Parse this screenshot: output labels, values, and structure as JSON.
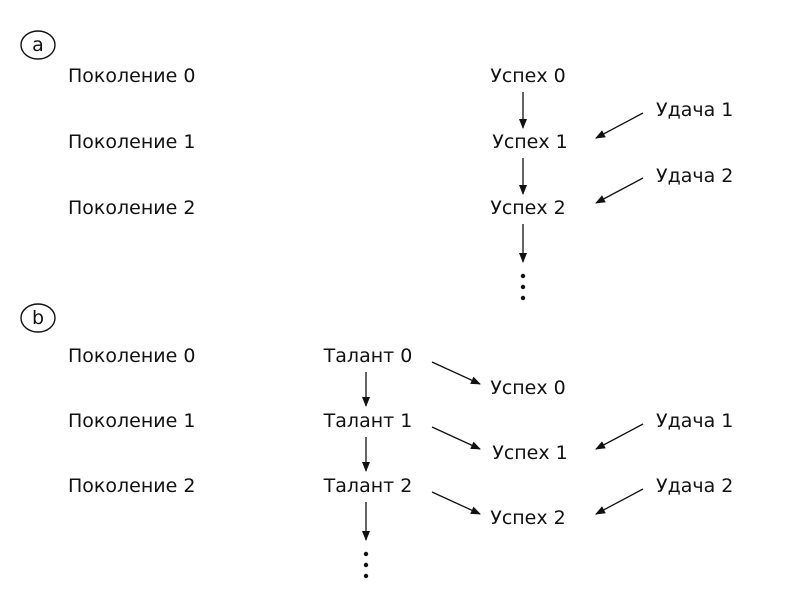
{
  "panels": [
    {
      "letter": "a",
      "generations": [
        "Поколение 0",
        "Поколение 1",
        "Поколение 2"
      ],
      "success": [
        "Успех 0",
        "Успех 1",
        "Успех 2"
      ],
      "luck": [
        "Удача 1",
        "Удача 2"
      ]
    },
    {
      "letter": "b",
      "generations": [
        "Поколение 0",
        "Поколение 1",
        "Поколение 2"
      ],
      "talent": [
        "Талант 0",
        "Талант 1",
        "Талант 2"
      ],
      "success": [
        "Успех 0",
        "Успех 1",
        "Успех 2"
      ],
      "luck": [
        "Удача 1",
        "Удача 2"
      ]
    }
  ]
}
